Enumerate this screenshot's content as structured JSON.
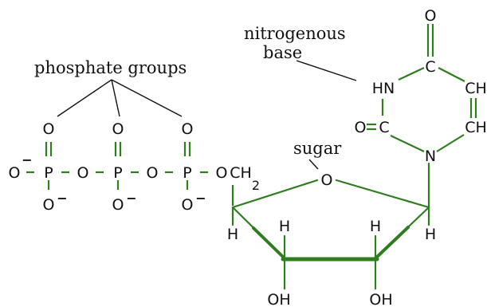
{
  "labels": {
    "phosphate_groups": "phosphate groups",
    "nitrogenous": "nitrogenous",
    "base": "base",
    "sugar": "sugar"
  },
  "atoms": {
    "o_top_1": "O",
    "o_top_2": "O",
    "o_top_3": "O",
    "o_left": "O",
    "p1": "P",
    "p2": "P",
    "p3": "P",
    "o_bridge_1": "O",
    "o_bridge_2": "O",
    "o_bridge_3": "O",
    "ch2": "CH",
    "ch2_sub": "2",
    "o_bot_1": "O",
    "o_bot_2": "O",
    "o_bot_3": "O",
    "ring_o": "O",
    "h_c4": "H",
    "h_c1": "H",
    "h_c3": "H",
    "h_c2": "H",
    "oh_c3": "OH",
    "oh_c2": "OH",
    "base_o_top": "O",
    "base_c_top": "C",
    "base_hn": "HN",
    "base_ch_1": "CH",
    "base_o_left": "O",
    "base_c_left": "C",
    "base_ch_2": "CH",
    "base_n": "N"
  },
  "charges": {
    "o_left_minus": "−",
    "o_bot_1_minus": "−",
    "o_bot_2_minus": "−",
    "o_bot_3_minus": "−"
  },
  "colors": {
    "ink": "#111111",
    "bond_green": "#2e7d1f"
  }
}
